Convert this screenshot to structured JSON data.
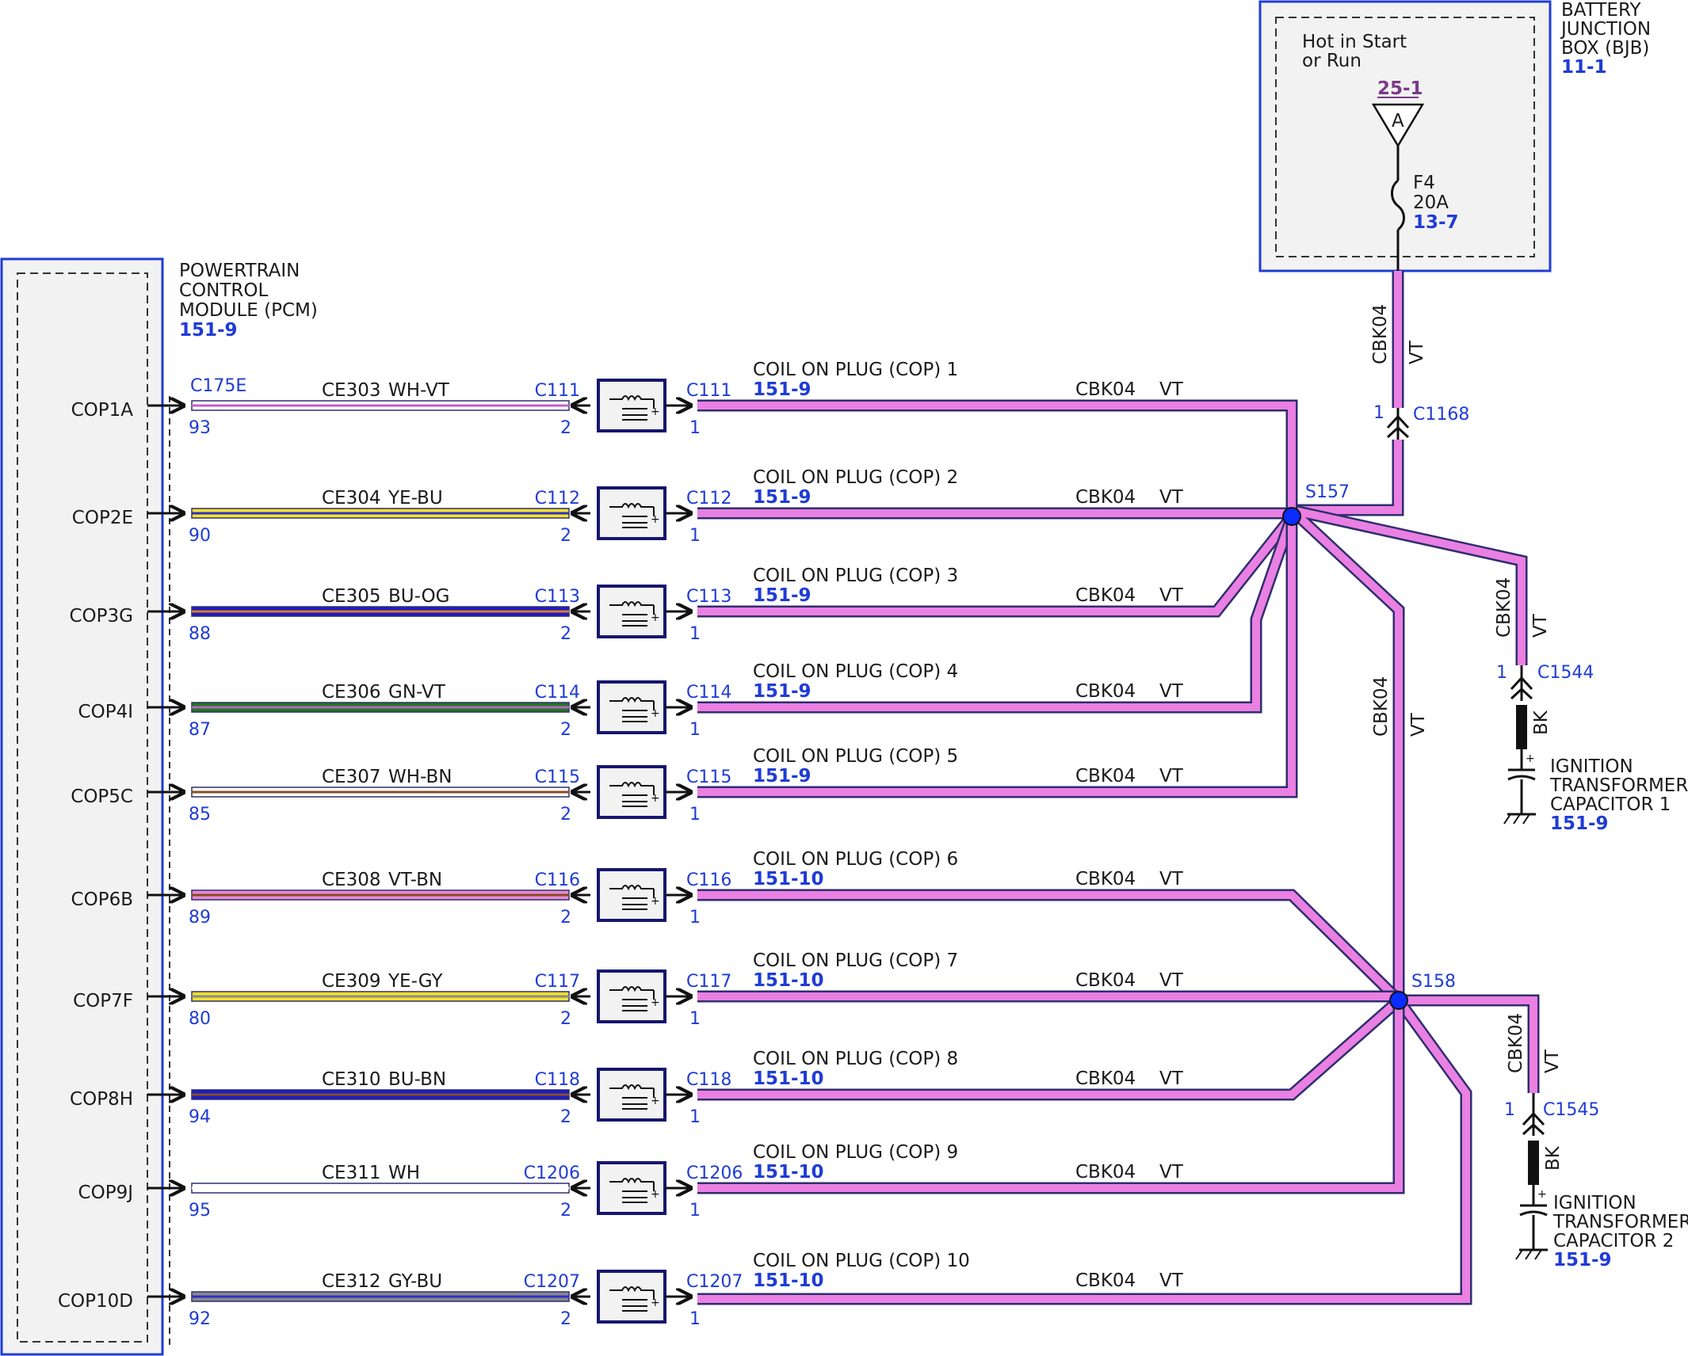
{
  "pcm": {
    "title_lines": [
      "POWERTRAIN",
      "CONTROL",
      "MODULE (PCM)"
    ],
    "ref": "151-9"
  },
  "bjb": {
    "title_lines": [
      "BATTERY",
      "JUNCTION",
      "BOX (BJB)"
    ],
    "ref": "11-1",
    "note_lines": [
      "Hot in Start",
      "or Run"
    ],
    "source_ref": "25-1",
    "source_letter": "A",
    "fuse_name": "F4",
    "fuse_rating": "20A",
    "fuse_ref": "13-7",
    "out_wire": "CBK04",
    "out_color": "VT",
    "connector": "C1168",
    "connector_pin": "1"
  },
  "pcm_connector": "C175E",
  "wire_circuit": "CBK04",
  "wire_color_vt": "VT",
  "circuits": [
    {
      "pin_name": "COP1A",
      "pcm_pin": "93",
      "circuit": "CE303",
      "color": "WH-VT",
      "swatch": [
        "#ffffff",
        "#c060c8"
      ],
      "coil_conn": "C111",
      "coil_pin": "2",
      "coil_conn2": "C111",
      "coil_pin2": "1",
      "coil_label": "COIL ON PLUG (COP) 1",
      "coil_ref": "151-9",
      "splice": "S157"
    },
    {
      "pin_name": "COP2E",
      "pcm_pin": "90",
      "circuit": "CE304",
      "color": "YE-BU",
      "swatch": [
        "#f2e22a",
        "#2f2fc8"
      ],
      "coil_conn": "C112",
      "coil_pin": "2",
      "coil_conn2": "C112",
      "coil_pin2": "1",
      "coil_label": "COIL ON PLUG (COP) 2",
      "coil_ref": "151-9",
      "splice": "S157"
    },
    {
      "pin_name": "COP3G",
      "pcm_pin": "88",
      "circuit": "CE305",
      "color": "BU-OG",
      "swatch": [
        "#1c1cc4",
        "#e07a20"
      ],
      "coil_conn": "C113",
      "coil_pin": "2",
      "coil_conn2": "C113",
      "coil_pin2": "1",
      "coil_label": "COIL ON PLUG (COP) 3",
      "coil_ref": "151-9",
      "splice": "S157"
    },
    {
      "pin_name": "COP4I",
      "pcm_pin": "87",
      "circuit": "CE306",
      "color": "GN-VT",
      "swatch": [
        "#1e7a1e",
        "#c060c8"
      ],
      "coil_conn": "C114",
      "coil_pin": "2",
      "coil_conn2": "C114",
      "coil_pin2": "1",
      "coil_label": "COIL ON PLUG (COP) 4",
      "coil_ref": "151-9",
      "splice": "S157"
    },
    {
      "pin_name": "COP5C",
      "pcm_pin": "85",
      "circuit": "CE307",
      "color": "WH-BN",
      "swatch": [
        "#ffffff",
        "#8a4b22"
      ],
      "coil_conn": "C115",
      "coil_pin": "2",
      "coil_conn2": "C115",
      "coil_pin2": "1",
      "coil_label": "COIL ON PLUG (COP) 5",
      "coil_ref": "151-9",
      "splice": "S157"
    },
    {
      "pin_name": "COP6B",
      "pcm_pin": "89",
      "circuit": "CE308",
      "color": "VT-BN",
      "swatch": [
        "#e58ad6",
        "#8a4b22"
      ],
      "coil_conn": "C116",
      "coil_pin": "2",
      "coil_conn2": "C116",
      "coil_pin2": "1",
      "coil_label": "COIL ON PLUG (COP) 6",
      "coil_ref": "151-10",
      "splice": "S158"
    },
    {
      "pin_name": "COP7F",
      "pcm_pin": "80",
      "circuit": "CE309",
      "color": "YE-GY",
      "swatch": [
        "#f2e22a",
        "#8a8a8a"
      ],
      "coil_conn": "C117",
      "coil_pin": "2",
      "coil_conn2": "C117",
      "coil_pin2": "1",
      "coil_label": "COIL ON PLUG (COP) 7",
      "coil_ref": "151-10",
      "splice": "S158"
    },
    {
      "pin_name": "COP8H",
      "pcm_pin": "94",
      "circuit": "CE310",
      "color": "BU-BN",
      "swatch": [
        "#1c1cc4",
        "#8a4b22"
      ],
      "coil_conn": "C118",
      "coil_pin": "2",
      "coil_conn2": "C118",
      "coil_pin2": "1",
      "coil_label": "COIL ON PLUG (COP) 8",
      "coil_ref": "151-10",
      "splice": "S158"
    },
    {
      "pin_name": "COP9J",
      "pcm_pin": "95",
      "circuit": "CE311",
      "color": "WH",
      "swatch": [
        "#ffffff",
        "#ffffff"
      ],
      "coil_conn": "C1206",
      "coil_pin": "2",
      "coil_conn2": "C1206",
      "coil_pin2": "1",
      "coil_label": "COIL ON PLUG (COP) 9",
      "coil_ref": "151-10",
      "splice": "S158"
    },
    {
      "pin_name": "COP10D",
      "pcm_pin": "92",
      "circuit": "CE312",
      "color": "GY-BU",
      "swatch": [
        "#8a8a8a",
        "#2f2fc8"
      ],
      "coil_conn": "C1207",
      "coil_pin": "2",
      "coil_conn2": "C1207",
      "coil_pin2": "1",
      "coil_label": "COIL ON PLUG (COP) 10",
      "coil_ref": "151-10",
      "splice": "S158"
    }
  ],
  "splices": [
    "S157",
    "S158"
  ],
  "capacitors": [
    {
      "lines": [
        "IGNITION",
        "TRANSFORMER",
        "CAPACITOR 1"
      ],
      "ref": "151-9",
      "connector": "C1544",
      "pin": "1",
      "wire": "CBK04",
      "color": "VT",
      "ground_color": "BK"
    },
    {
      "lines": [
        "IGNITION",
        "TRANSFORMER",
        "CAPACITOR 2"
      ],
      "ref": "151-9",
      "connector": "C1545",
      "pin": "1",
      "wire": "CBK04",
      "color": "VT",
      "ground_color": "BK"
    }
  ],
  "colors": {
    "violet_wire": "#ea80e2",
    "wire_outline": "#2e2e6e",
    "module_border": "#1f3cd6",
    "module_fill": "#f2f2f2",
    "splice_dot": "#0a2cff",
    "ref_blue": "#1f3cd6",
    "ref_purple": "#7a3a86"
  }
}
